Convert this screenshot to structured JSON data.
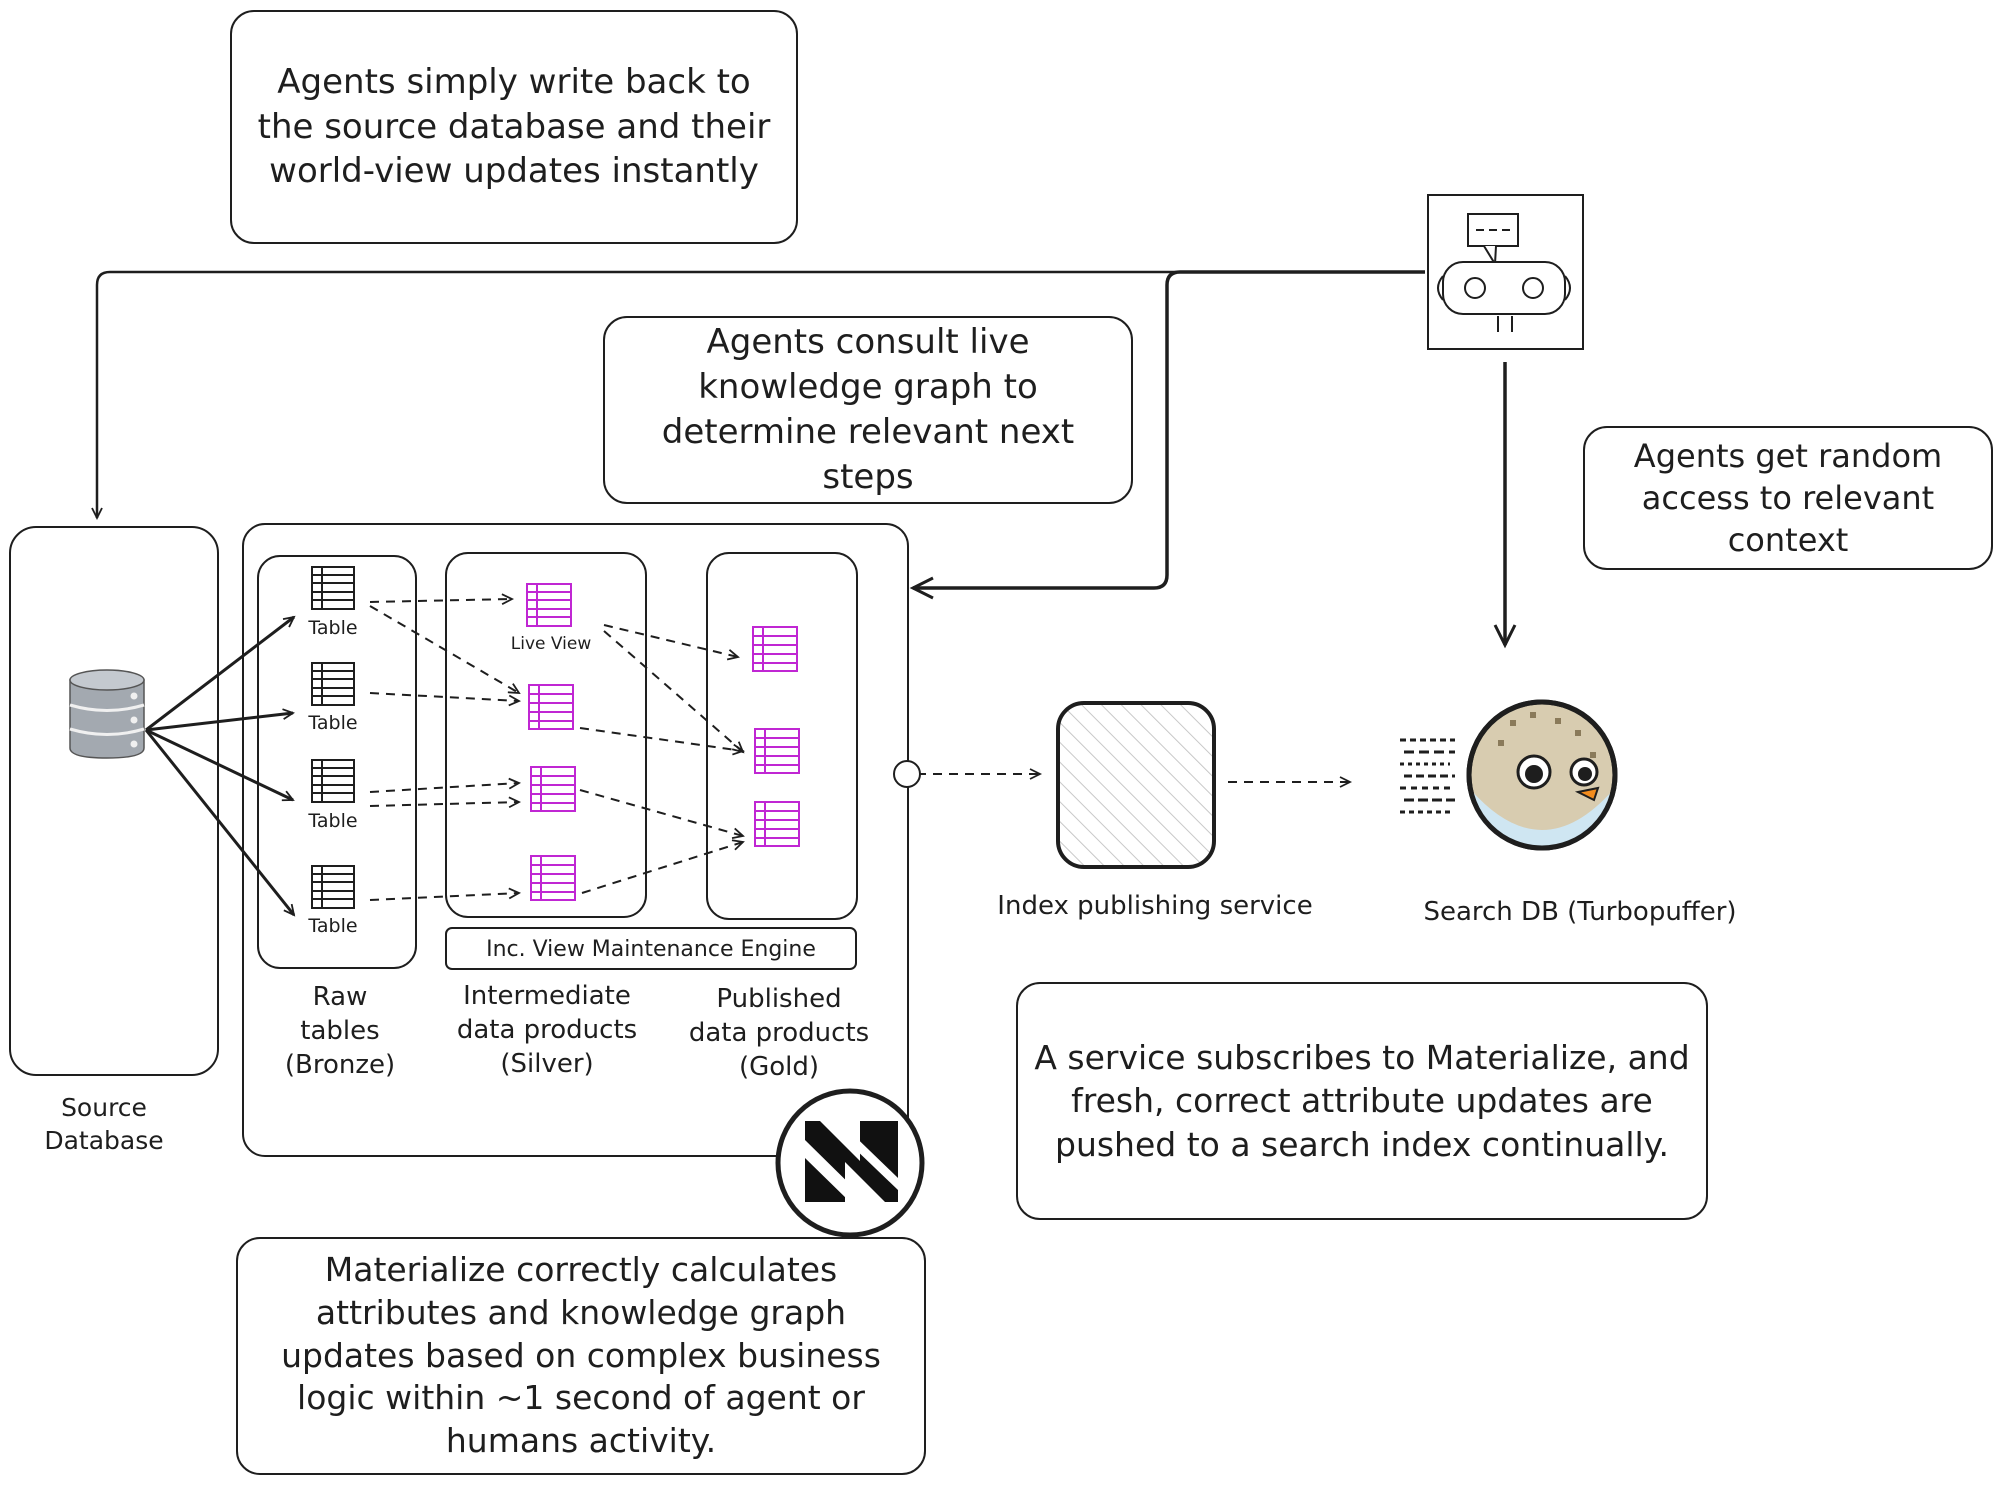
{
  "notes": {
    "writeback": "Agents simply write back to the source database and their world-view updates instantly",
    "consult": "Agents consult live knowledge graph to determine relevant next steps",
    "random_access": "Agents get random access to relevant context",
    "subscribe": "A service subscribes to Materialize, and fresh, correct attribute updates are pushed to a search index continually.",
    "materialize": "Materialize correctly calculates attributes and knowledge graph updates based on complex business logic within ~1 second of agent or humans activity."
  },
  "labels": {
    "source_database": "Source\nDatabase",
    "raw_tables": "Raw\ntables\n(Bronze)",
    "intermediate": "Intermediate\ndata products\n(Silver)",
    "published": "Published\ndata products\n(Gold)",
    "engine": "Inc. View Maintenance Engine",
    "index_service": "Index publishing service",
    "search_db": "Search DB (Turbopuffer)"
  },
  "tables": [
    "Table",
    "Table",
    "Table",
    "Table"
  ],
  "live_view": "Live View",
  "icons": {
    "database": "database-icon",
    "agent": "robot-agent-icon",
    "materialize": "materialize-logo",
    "turbopuffer": "pufferfish-icon"
  },
  "colors": {
    "ink": "#1e1e1e",
    "view_table": "#c026d3",
    "database": "#9ca3af"
  }
}
